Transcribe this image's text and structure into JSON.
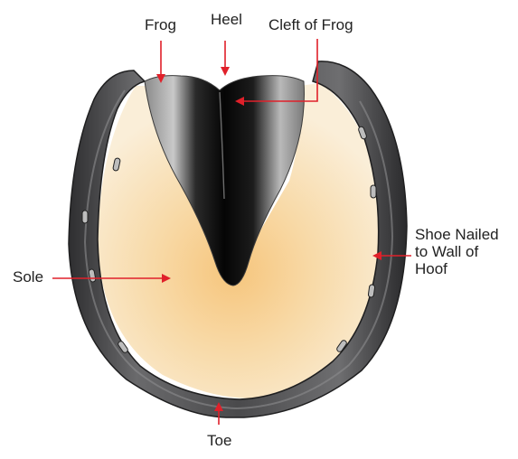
{
  "diagram": {
    "labels": {
      "frog": "Frog",
      "heel": "Heel",
      "cleft": "Cleft of Frog",
      "sole": "Sole",
      "shoe_line1": "Shoe Nailed",
      "shoe_line2": "to Wall of",
      "shoe_line3": "Hoof",
      "toe": "Toe"
    },
    "colors": {
      "arrow": "#e0202a",
      "sole_center": "#f8cd8a",
      "sole_edge": "#faeed9",
      "shoe": "#4a4a4c",
      "frog": "#101010",
      "text": "#222222"
    }
  }
}
